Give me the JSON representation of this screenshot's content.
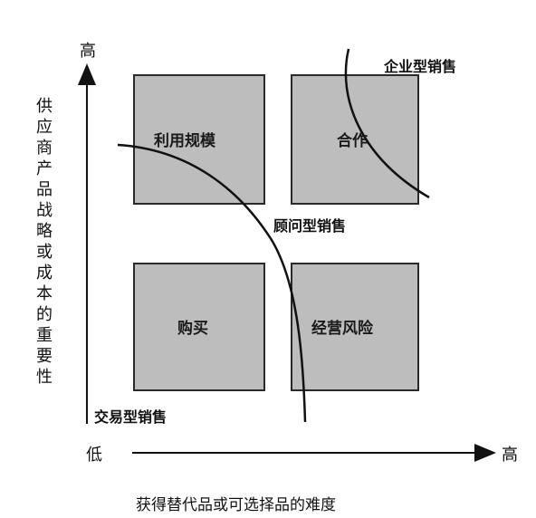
{
  "axes": {
    "y_high": "高",
    "y_label": "供应商产品战略或成本的重要性",
    "x_low": "低",
    "x_high": "高",
    "caption": "获得替代品或可选择品的难度"
  },
  "quadrants": {
    "top_left": "利用规模",
    "top_right": "合作",
    "bottom_left": "购买",
    "bottom_right": "经营风险"
  },
  "curves": {
    "enterprise": "企业型销售",
    "consultative": "顾问型销售",
    "transactional": "交易型销售"
  },
  "colors": {
    "box_fill": "#bdbdbd",
    "box_border": "#2a2a2a",
    "ink": "#111111"
  }
}
